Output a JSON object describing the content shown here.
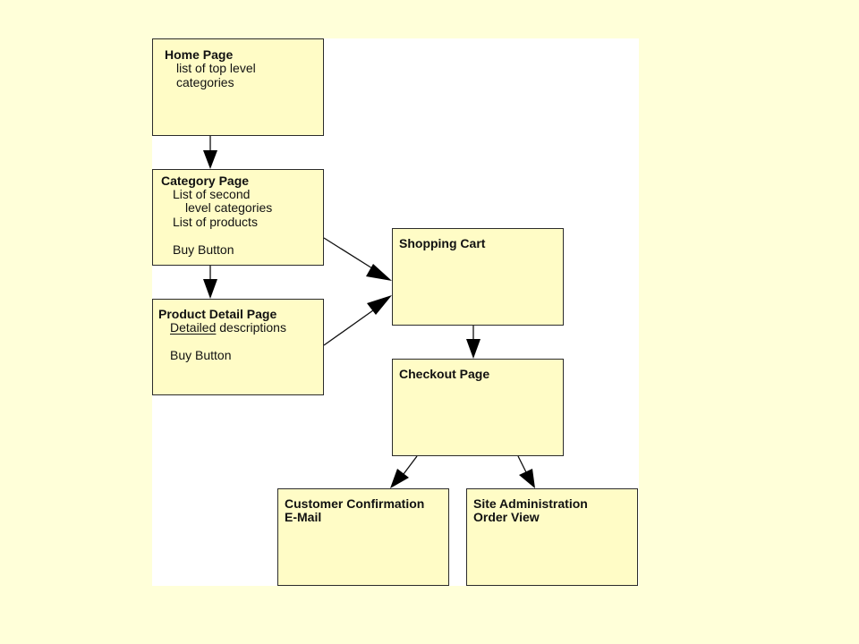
{
  "diagram": {
    "home": {
      "title": "Home Page",
      "line1": "list of top level",
      "line2": "categories"
    },
    "category": {
      "title": "Category Page",
      "line1": "List of second",
      "line2": "level categories",
      "line3": "List of products",
      "line4": "Buy Button"
    },
    "product": {
      "title": "Product Detail Page",
      "line1_underlined": "Detailed",
      "line1_rest": " descriptions",
      "line2": "Buy Button"
    },
    "cart": {
      "title": "Shopping Cart"
    },
    "checkout": {
      "title": "Checkout Page"
    },
    "confirmation": {
      "title_line1": "Customer Confirmation",
      "title_line2": "E-Mail"
    },
    "admin": {
      "title_line1": "Site Administration",
      "title_line2": "Order View"
    }
  }
}
